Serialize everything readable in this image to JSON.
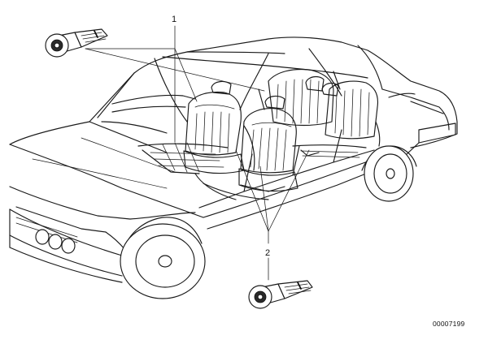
{
  "callouts": [
    {
      "label": "1"
    },
    {
      "label": "2"
    }
  ],
  "document_number": "00007199"
}
